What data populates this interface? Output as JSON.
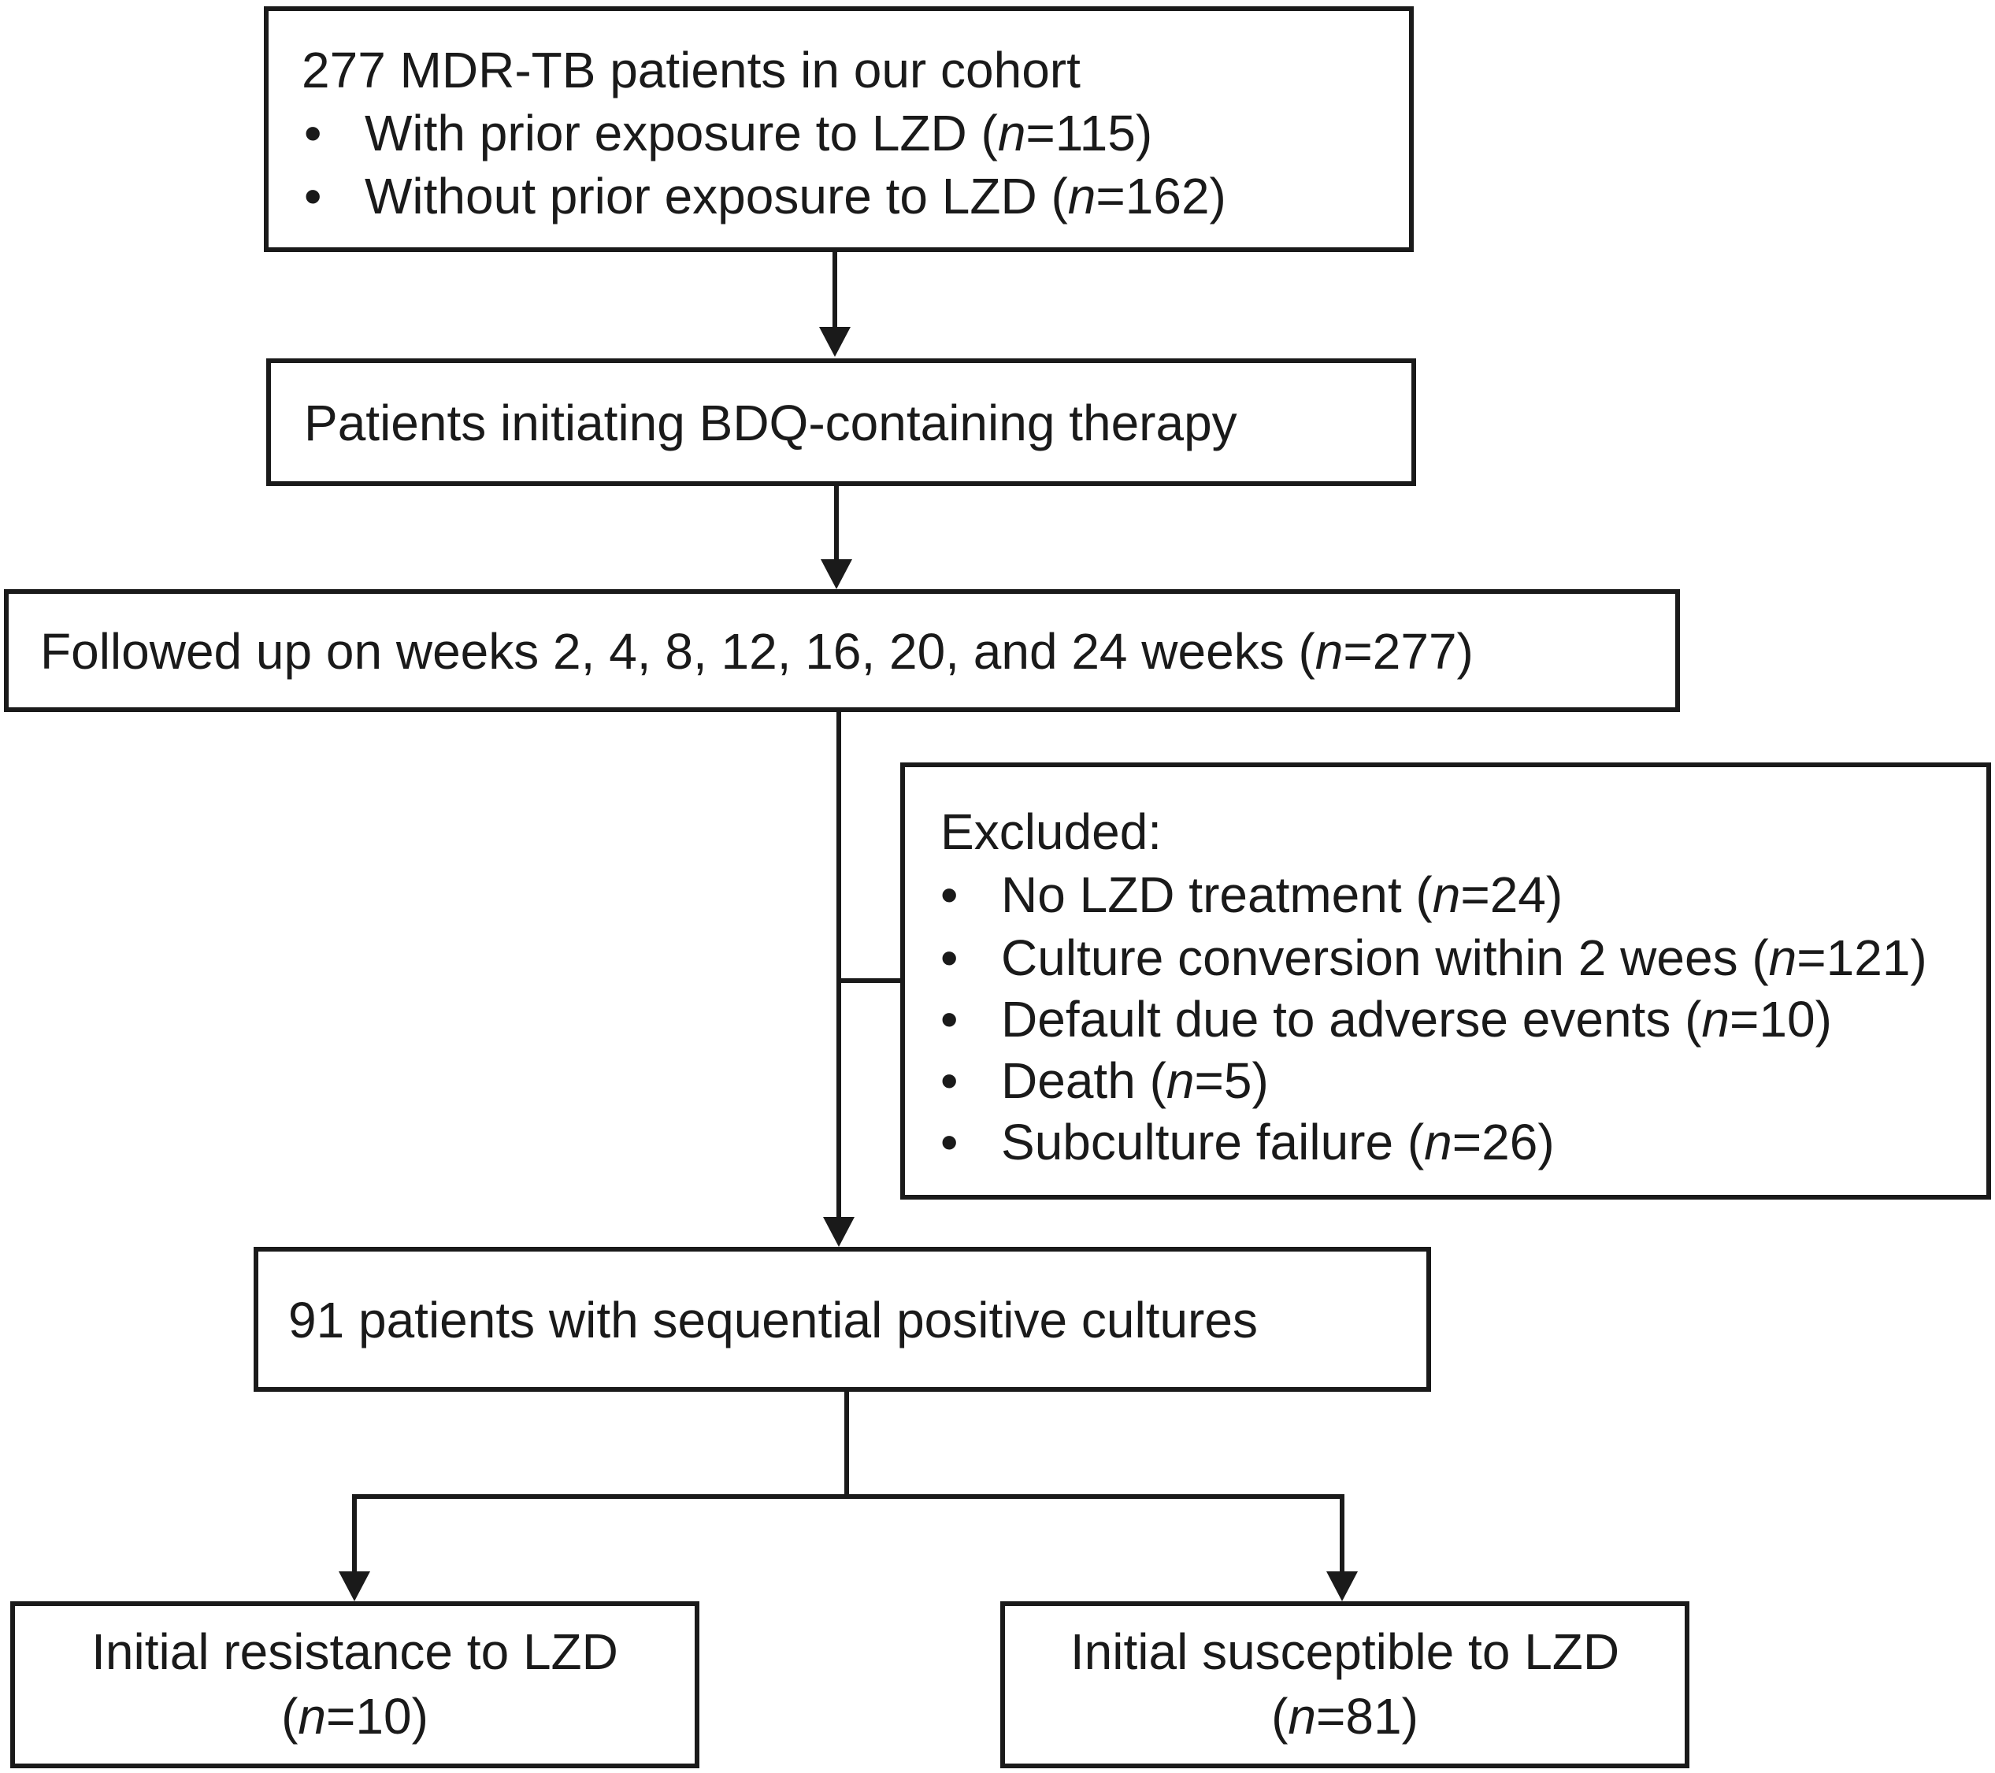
{
  "cohort": {
    "title": "277 MDR-TB patients in our cohort",
    "items": [
      {
        "text": "With prior exposure to LZD (",
        "n_label": "n",
        "n_value": "=115)"
      },
      {
        "text": "Without prior exposure to LZD (",
        "n_label": "n",
        "n_value": "=162)"
      }
    ]
  },
  "initiating": {
    "title": "Patients initiating BDQ-containing therapy"
  },
  "followup": {
    "text": "Followed up on weeks 2, 4, 8, 12, 16, 20, and 24 weeks (",
    "n_label": "n",
    "n_value": "=277)"
  },
  "excluded": {
    "title": "Excluded:",
    "items": [
      {
        "text": "No LZD treatment (",
        "n_label": "n",
        "n_value": "=24)"
      },
      {
        "text": "Culture conversion within 2 wees (",
        "n_label": "n",
        "n_value": "=121)"
      },
      {
        "text": "Default due to adverse events (",
        "n_label": "n",
        "n_value": "=10)"
      },
      {
        "text": "Death (",
        "n_label": "n",
        "n_value": "=5)"
      },
      {
        "text": "Subculture failure (",
        "n_label": "n",
        "n_value": "=26)"
      }
    ]
  },
  "sequential": {
    "title": "91 patients with sequential positive cultures"
  },
  "resistant": {
    "title": "Initial resistance to LZD",
    "n_open": "(",
    "n_label": "n",
    "n_value": "=10)"
  },
  "susceptible": {
    "title": "Initial susceptible to LZD",
    "n_open": "(",
    "n_label": "n",
    "n_value": "=81)"
  },
  "bullet_glyph": "•",
  "colors": {
    "stroke": "#1a1a1a",
    "background": "#ffffff"
  }
}
